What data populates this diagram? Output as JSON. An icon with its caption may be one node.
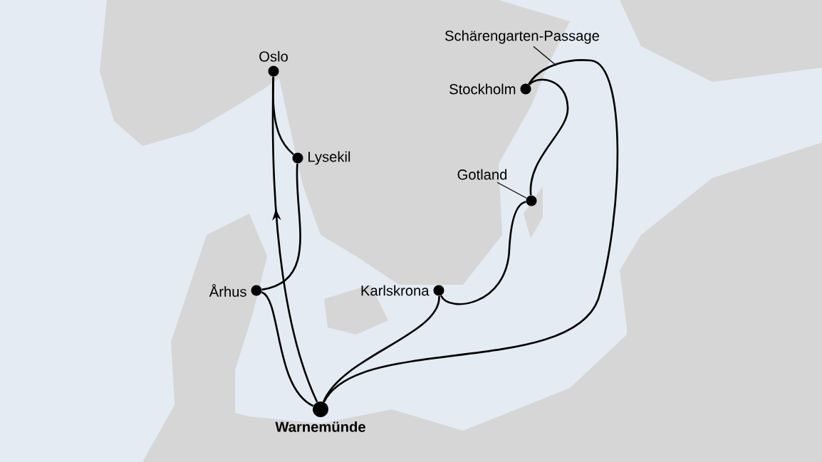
{
  "diagram": {
    "nodes": [
      {
        "text": [
          "Oslo"
        ]
      },
      {
        "text": [
          "Lysekil"
        ]
      },
      {
        "text": [
          "Schärengarten-Passage"
        ]
      },
      {
        "text": [
          "Stockholm"
        ]
      },
      {
        "text": [
          "Gotland"
        ]
      },
      {
        "text": [],
        "shape": "circle"
      },
      {
        "text": [
          "Århus"
        ]
      },
      {
        "text": [
          "Karlskrona"
        ]
      },
      {
        "text": [
          "Warnemünde"
        ]
      }
    ],
    "edges": [
      {
        "from": 8,
        "to": 0,
        "arrow": "to"
      },
      {
        "from": 0,
        "to": 1,
        "arrow": "none"
      },
      {
        "from": 1,
        "to": 6,
        "arrow": "none"
      },
      {
        "from": 6,
        "to": 8,
        "arrow": "none"
      },
      {
        "from": 8,
        "to": 7,
        "arrow": "none"
      },
      {
        "from": 7,
        "to": 5,
        "arrow": "none"
      },
      {
        "from": 5,
        "to": 3,
        "arrow": "none"
      },
      {
        "from": 3,
        "to": 8,
        "arrow": "none"
      },
      {
        "from": 4,
        "to": 5,
        "arrow": "none"
      },
      {
        "from": 2,
        "to": null,
        "arrow": "none"
      }
    ]
  }
}
